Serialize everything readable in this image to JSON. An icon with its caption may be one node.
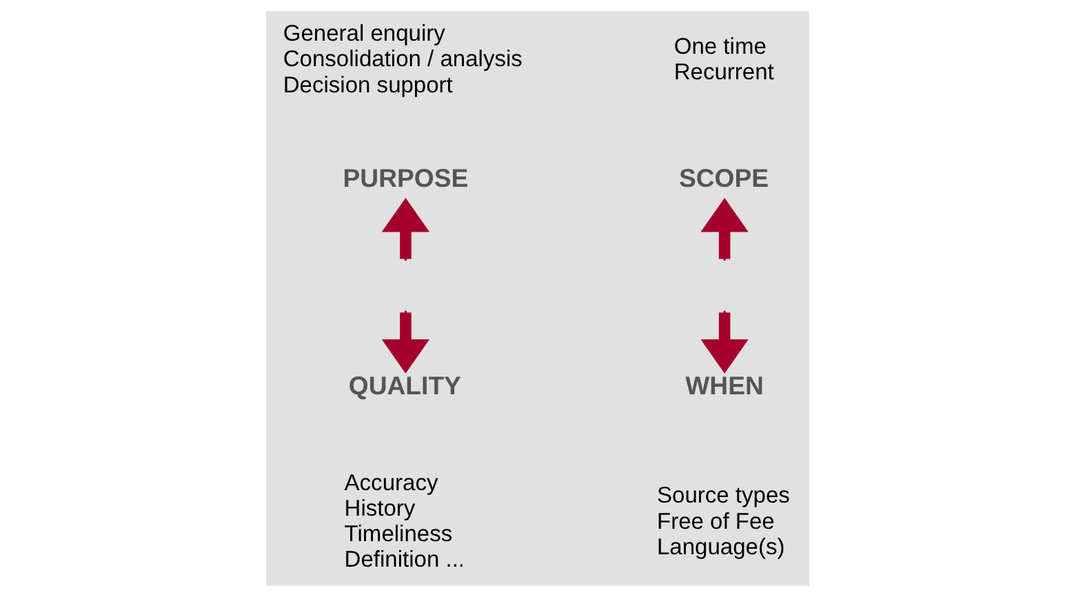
{
  "diagram": {
    "nodes": [
      {
        "text": [
          "PURPOSE"
        ],
        "beside": [
          "General enquiry",
          "Consolidation / analysis",
          "Decision support"
        ]
      },
      {
        "text": [
          "SCOPE"
        ],
        "beside": [
          "One time",
          "Recurrent"
        ]
      },
      {
        "text": [
          "QUALITY"
        ],
        "beside": [
          "Accuracy",
          "History",
          "Timeliness",
          "Definition ..."
        ]
      },
      {
        "text": [
          "WHEN"
        ],
        "beside": [
          "Source types",
          "Free of Fee",
          "Language(s)"
        ]
      }
    ],
    "edges": [
      {
        "from": null,
        "to": 0,
        "arrow": "to"
      },
      {
        "from": null,
        "to": 1,
        "arrow": "to"
      },
      {
        "from": null,
        "to": 2,
        "arrow": "to"
      },
      {
        "from": null,
        "to": 3,
        "arrow": "to"
      }
    ]
  }
}
